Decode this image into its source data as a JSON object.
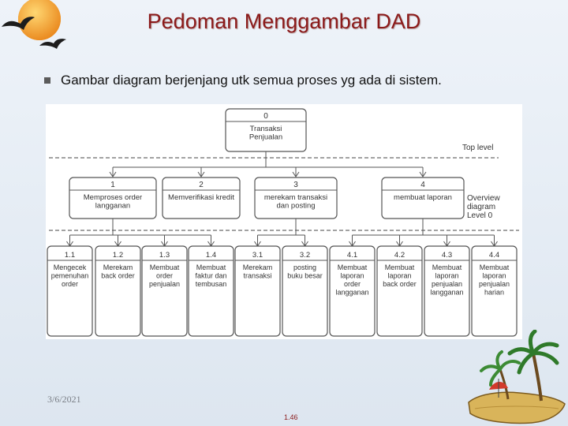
{
  "slide": {
    "title": "Pedoman Menggambar DAD",
    "bullet": "Gambar diagram berjenjang utk semua proses yg ada di sistem.",
    "date": "3/6/2021",
    "page": "1.46"
  },
  "diagram": {
    "top": {
      "id": "0",
      "lines": [
        "Transaksi",
        "Penjualan"
      ]
    },
    "levels": [
      {
        "lines": [
          "Top level"
        ]
      },
      {
        "lines": [
          "Overview",
          "diagram",
          "Level 0"
        ]
      }
    ],
    "level1": [
      {
        "id": "1",
        "lines": [
          "Memproses order",
          "langganan"
        ]
      },
      {
        "id": "2",
        "lines": [
          "Memverifikasi kredit"
        ]
      },
      {
        "id": "3",
        "lines": [
          "merekam transaksi",
          "dan posting"
        ]
      },
      {
        "id": "4",
        "lines": [
          "membuat laporan"
        ]
      }
    ],
    "level2": [
      {
        "id": "1.1",
        "lines": [
          "Mengecek",
          "pemenuhan",
          "order"
        ]
      },
      {
        "id": "1.2",
        "lines": [
          "Merekam",
          "back order"
        ]
      },
      {
        "id": "1.3",
        "lines": [
          "Membuat",
          "order",
          "penjualan"
        ]
      },
      {
        "id": "1.4",
        "lines": [
          "Membuat",
          "faktur dan",
          "tembusan"
        ]
      },
      {
        "id": "3.1",
        "lines": [
          "Merekam",
          "transaksi"
        ]
      },
      {
        "id": "3.2",
        "lines": [
          "posting",
          "buku besar"
        ]
      },
      {
        "id": "4.1",
        "lines": [
          "Membuat",
          "laporan",
          "order",
          "langganan"
        ]
      },
      {
        "id": "4.2",
        "lines": [
          "Membuat",
          "laporan",
          "back order"
        ]
      },
      {
        "id": "4.3",
        "lines": [
          "Membuat",
          "laporan",
          "penjualan",
          "langganan"
        ]
      },
      {
        "id": "4.4",
        "lines": [
          "Membuat",
          "laporan",
          "penjualan",
          "harian"
        ]
      }
    ]
  },
  "icons": {
    "logo": "sun-with-birds-icon",
    "decoration": "palm-island-icon"
  },
  "colors": {
    "title": "#8b1a1a",
    "line": "#555555"
  }
}
